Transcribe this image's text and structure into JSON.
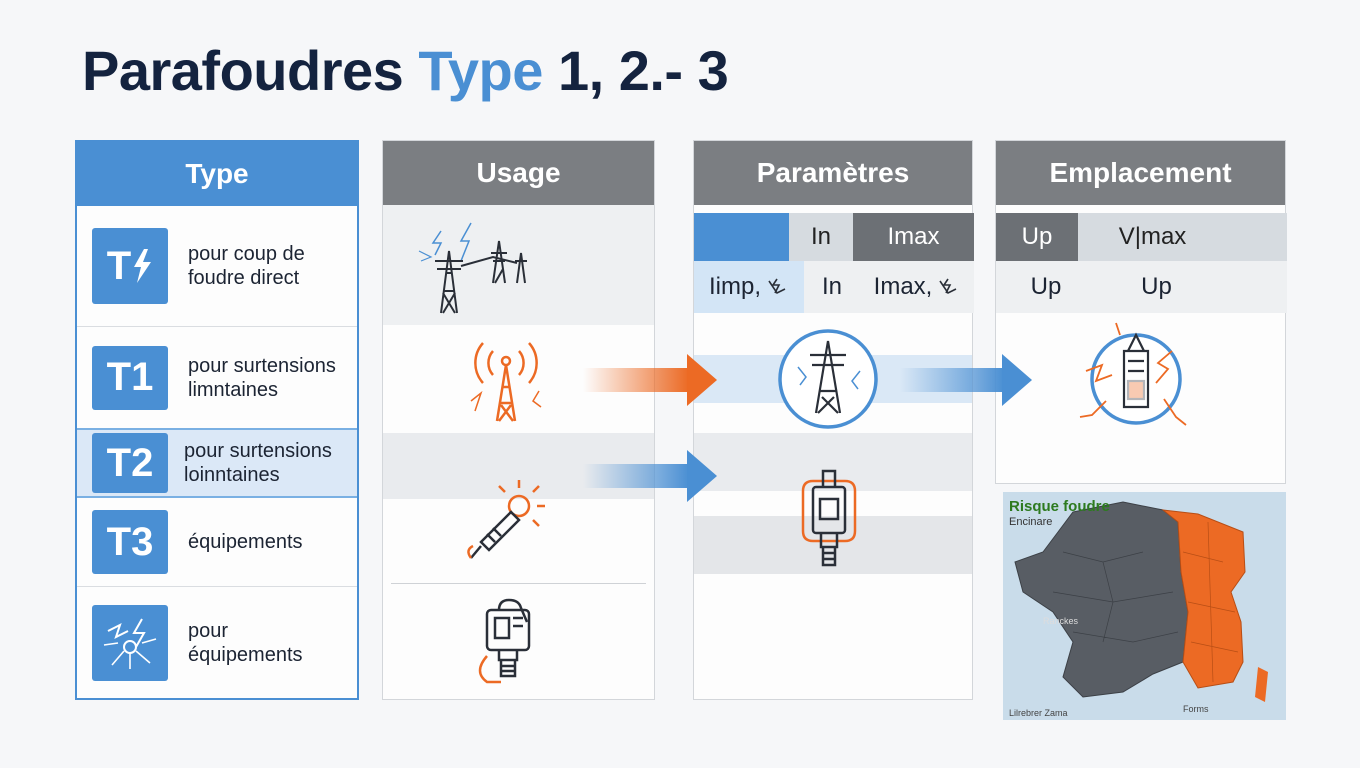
{
  "title": {
    "part1": "Parafoudres ",
    "part2": "Type",
    "part3": " 1, 2.- 3"
  },
  "columns": {
    "type": "Type",
    "usage": "Usage",
    "parametres": "Paramètres",
    "emplacement": "Emplacement"
  },
  "type_rows": [
    {
      "badge": "T",
      "desc1": "pour coup de",
      "desc2": "foudre direct",
      "icon": "lightning-bolt-icon"
    },
    {
      "badge": "T1",
      "desc1": "pour surtensions",
      "desc2": "limntaines"
    },
    {
      "badge": "T2",
      "desc1": "pour surtensions",
      "desc2": "loinntaines"
    },
    {
      "badge": "T3",
      "desc1": "équipements",
      "desc2": ""
    },
    {
      "badge": "",
      "desc1": "pour",
      "desc2": "équipements",
      "icon": "lightning-plug-icon"
    }
  ],
  "parametres": {
    "row1": [
      "",
      "In",
      "Imax"
    ],
    "row2": [
      "Iimp,",
      "In",
      "Imax,"
    ]
  },
  "emplacement": {
    "row1": [
      "Up",
      "V|max"
    ],
    "row2": [
      "Up",
      "Up"
    ]
  },
  "map": {
    "title": "Risque foudre",
    "subtitle": "Encinare",
    "label_west": "Ranckes",
    "label_bottom_left": "Lilrebrer Zama",
    "label_bottom": "Forms"
  },
  "colors": {
    "accent_blue": "#4a8fd3",
    "orange": "#ec6a24",
    "header_grey": "#7b7e82",
    "title_dark": "#14233f"
  }
}
